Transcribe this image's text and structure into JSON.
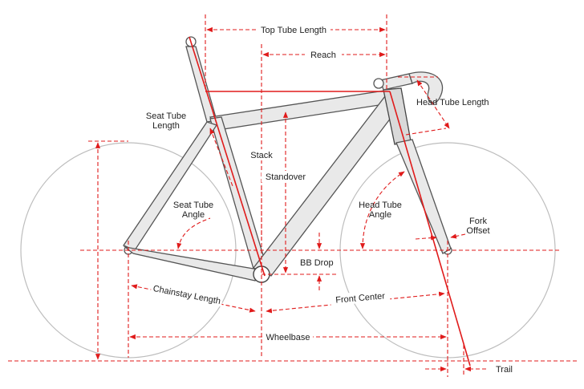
{
  "labels": {
    "top_tube_length": "Top Tube Length",
    "reach": "Reach",
    "head_tube_length": "Head Tube Length",
    "seat_tube_length_line1": "Seat Tube",
    "seat_tube_length_line2": "Length",
    "stack": "Stack",
    "standover": "Standover",
    "seat_tube_angle_line1": "Seat Tube",
    "seat_tube_angle_line2": "Angle",
    "head_tube_angle_line1": "Head Tube",
    "head_tube_angle_line2": "Angle",
    "fork_offset_line1": "Fork",
    "fork_offset_line2": "Offset",
    "bb_drop": "BB Drop",
    "chainstay_length": "Chainstay Length",
    "front_center": "Front Center",
    "wheelbase": "Wheelbase",
    "trail": "Trail"
  },
  "colors": {
    "dimension": "#e01b1b",
    "frame_fill": "#e9e9e9",
    "frame_stroke": "#555555",
    "wheel": "#bdbdbd",
    "text": "#222222"
  }
}
